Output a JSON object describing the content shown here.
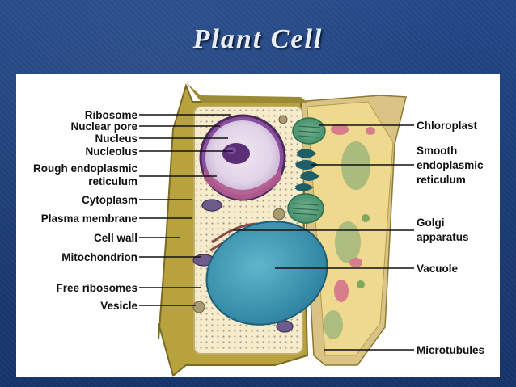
{
  "title": "Plant Cell",
  "colors": {
    "background": "#1d3f78",
    "cell_wall": "#b7a23e",
    "cytoplasm": "#f6ebcb",
    "nucleus": "#6b3f86",
    "vacuole": "#3c97b0",
    "chloroplast": "#3f8a68"
  },
  "left_labels": [
    "Ribosome",
    "Nuclear pore",
    "Nucleus",
    "Nucleolus",
    "Rough endoplasmic",
    "reticulum",
    "Cytoplasm",
    "Plasma membrane",
    "Cell wall",
    "Mitochondrion",
    "Free ribosomes",
    "Vesicle"
  ],
  "right_labels": [
    "Chloroplast",
    "Smooth",
    "endoplasmic",
    "reticulum",
    "Golgi",
    "apparatus",
    "Vacuole",
    "Microtubules"
  ]
}
